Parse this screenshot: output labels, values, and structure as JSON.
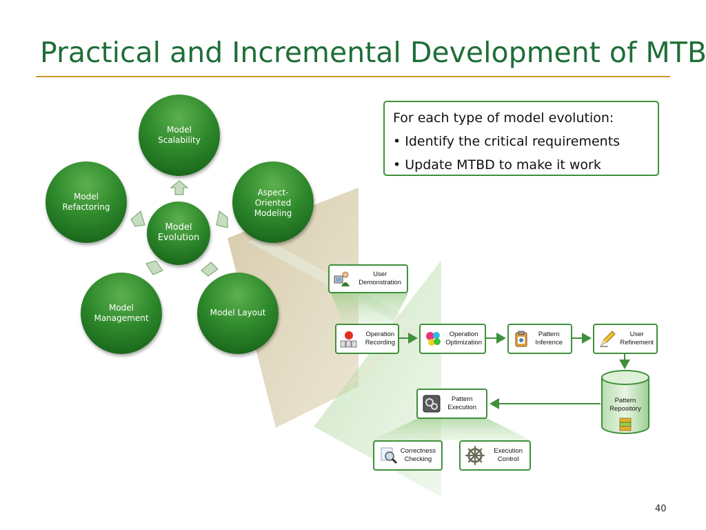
{
  "title": "Practical and Incremental Development of MTBD",
  "page_number": "40",
  "cycle": {
    "center": "Model\nEvolution",
    "nodes": [
      {
        "id": "scalability",
        "label": "Model\nScalability"
      },
      {
        "id": "aspect",
        "label": "Aspect-\nOriented\nModeling"
      },
      {
        "id": "layout",
        "label": "Model Layout"
      },
      {
        "id": "management",
        "label": "Model\nManagement"
      },
      {
        "id": "refactoring",
        "label": "Model\nRefactoring"
      }
    ]
  },
  "callout": {
    "heading": "For each type of model evolution:",
    "bullets": [
      "• Identify the critical requirements",
      "• Update MTBD to make it work"
    ]
  },
  "workflow": {
    "user_demonstration": "User\nDemonstration",
    "operation_recording": "Operation\nRecording",
    "operation_optimization": "Operation\nOptimization",
    "pattern_inference": "Pattern\nInference",
    "user_refinement": "User\nRefinement",
    "pattern_repository": "Pattern\nRepository",
    "pattern_execution": "Pattern\nExecution",
    "correctness_checking": "Correctness\nChecking",
    "execution_control": "Execution\nControl"
  },
  "icons": {
    "user_demonstration": "user-computer-icon",
    "operation_recording": "rec-icon",
    "operation_optimization": "puzzle-icon",
    "pattern_inference": "clipboard-icon",
    "user_refinement": "pencil-icon",
    "pattern_repository": "database-icon",
    "pattern_execution": "gears-icon",
    "correctness_checking": "magnifier-icon",
    "execution_control": "ship-wheel-icon"
  },
  "colors": {
    "title": "#1e6e38",
    "accent_green": "#3f8f3b",
    "node_green": "#2f8a2c",
    "rule_gold": "#c89a2a"
  }
}
